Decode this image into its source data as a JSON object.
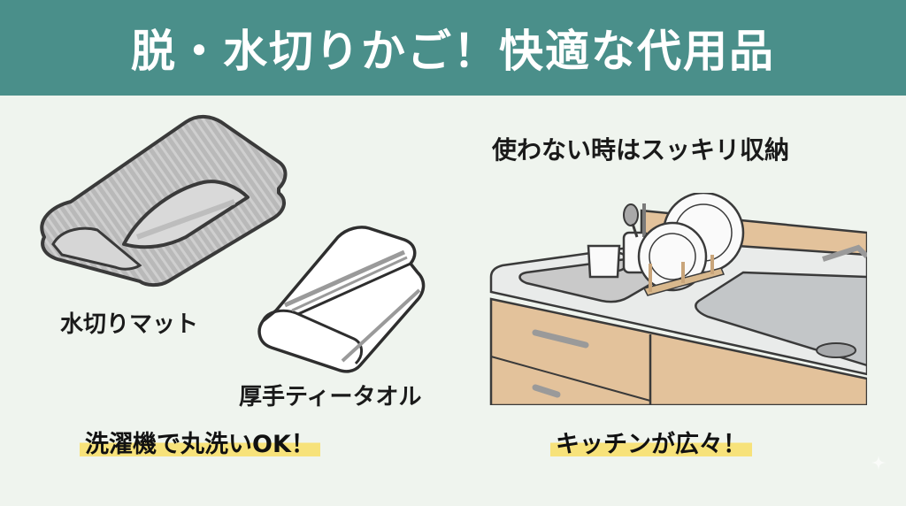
{
  "header": {
    "title": "脱・水切りかご！快適な代用品",
    "background_color": "#4a8f8a"
  },
  "left_panel": {
    "items": [
      {
        "label": "水切りマット",
        "icon": "folded-drying-mat"
      },
      {
        "label": "厚手ティータオル",
        "icon": "folded-tea-towel"
      }
    ],
    "caption": "洗濯機で丸洗いOK！"
  },
  "right_panel": {
    "heading": "使わない時はスッキリ収納",
    "illustration": "kitchen-counter-with-dish-mat",
    "caption": "キッチンが広々！"
  },
  "colors": {
    "page_background": "#eff4ee",
    "highlight": "#f7e27a",
    "cabinet_wood": "#e3c29b",
    "counter": "#e9ebea"
  },
  "watermark": {
    "icon": "sparkle-icon"
  }
}
